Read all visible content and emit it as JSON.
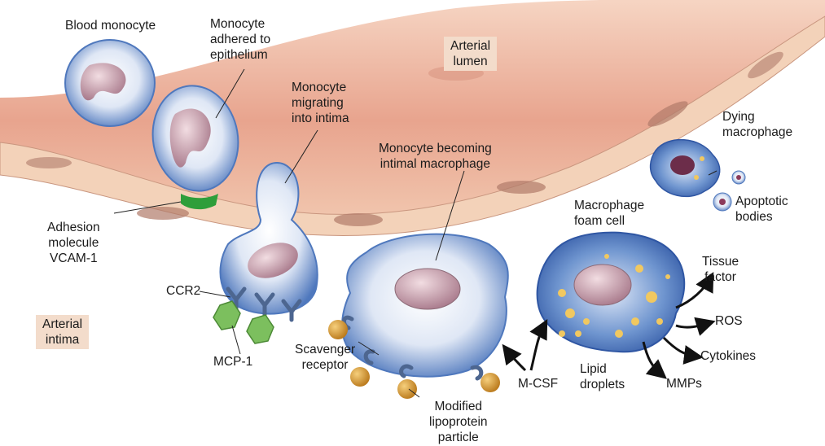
{
  "labels": {
    "blood_monocyte": "Blood monocyte",
    "monocyte_adhered": "Monocyte\nadhered to\nepithelium",
    "arterial_lumen": "Arterial\nlumen",
    "monocyte_migrating": "Monocyte\nmigrating\ninto intima",
    "dying_macrophage": "Dying\nmacrophage",
    "monocyte_becoming": "Monocyte becoming\nintimal macrophage",
    "apoptotic_bodies": "Apoptotic\nbodies",
    "foam_cell": "Macrophage\nfoam cell",
    "adhesion_molecule": "Adhesion\nmolecule\nVCAM-1",
    "tissue_factor": "Tissue\nfactor",
    "ccr2": "CCR2",
    "ros": "ROS",
    "arterial_intima": "Arterial\nintima",
    "cytokines": "Cytokines",
    "mcp1": "MCP-1",
    "scavenger_receptor": "Scavenger\nreceptor",
    "lipid_droplets": "Lipid\ndroplets",
    "mcsf": "M-CSF",
    "mmps": "MMPs",
    "modified_lipoprotein": "Modified\nlipoprotein\nparticle"
  },
  "colors": {
    "lumen": "#e9a995",
    "endothelium": "#f2cdb4",
    "intima": "#ffffff",
    "cell_blue": "#5b84c4",
    "nucleus": "#cfa9b3",
    "adhesion_green": "#2e9e3a",
    "mcp1_green": "#7cbf5e",
    "receptor": "#4d6690",
    "lipoprotein": "#d99a2b",
    "label_box": "#f3dccb"
  }
}
